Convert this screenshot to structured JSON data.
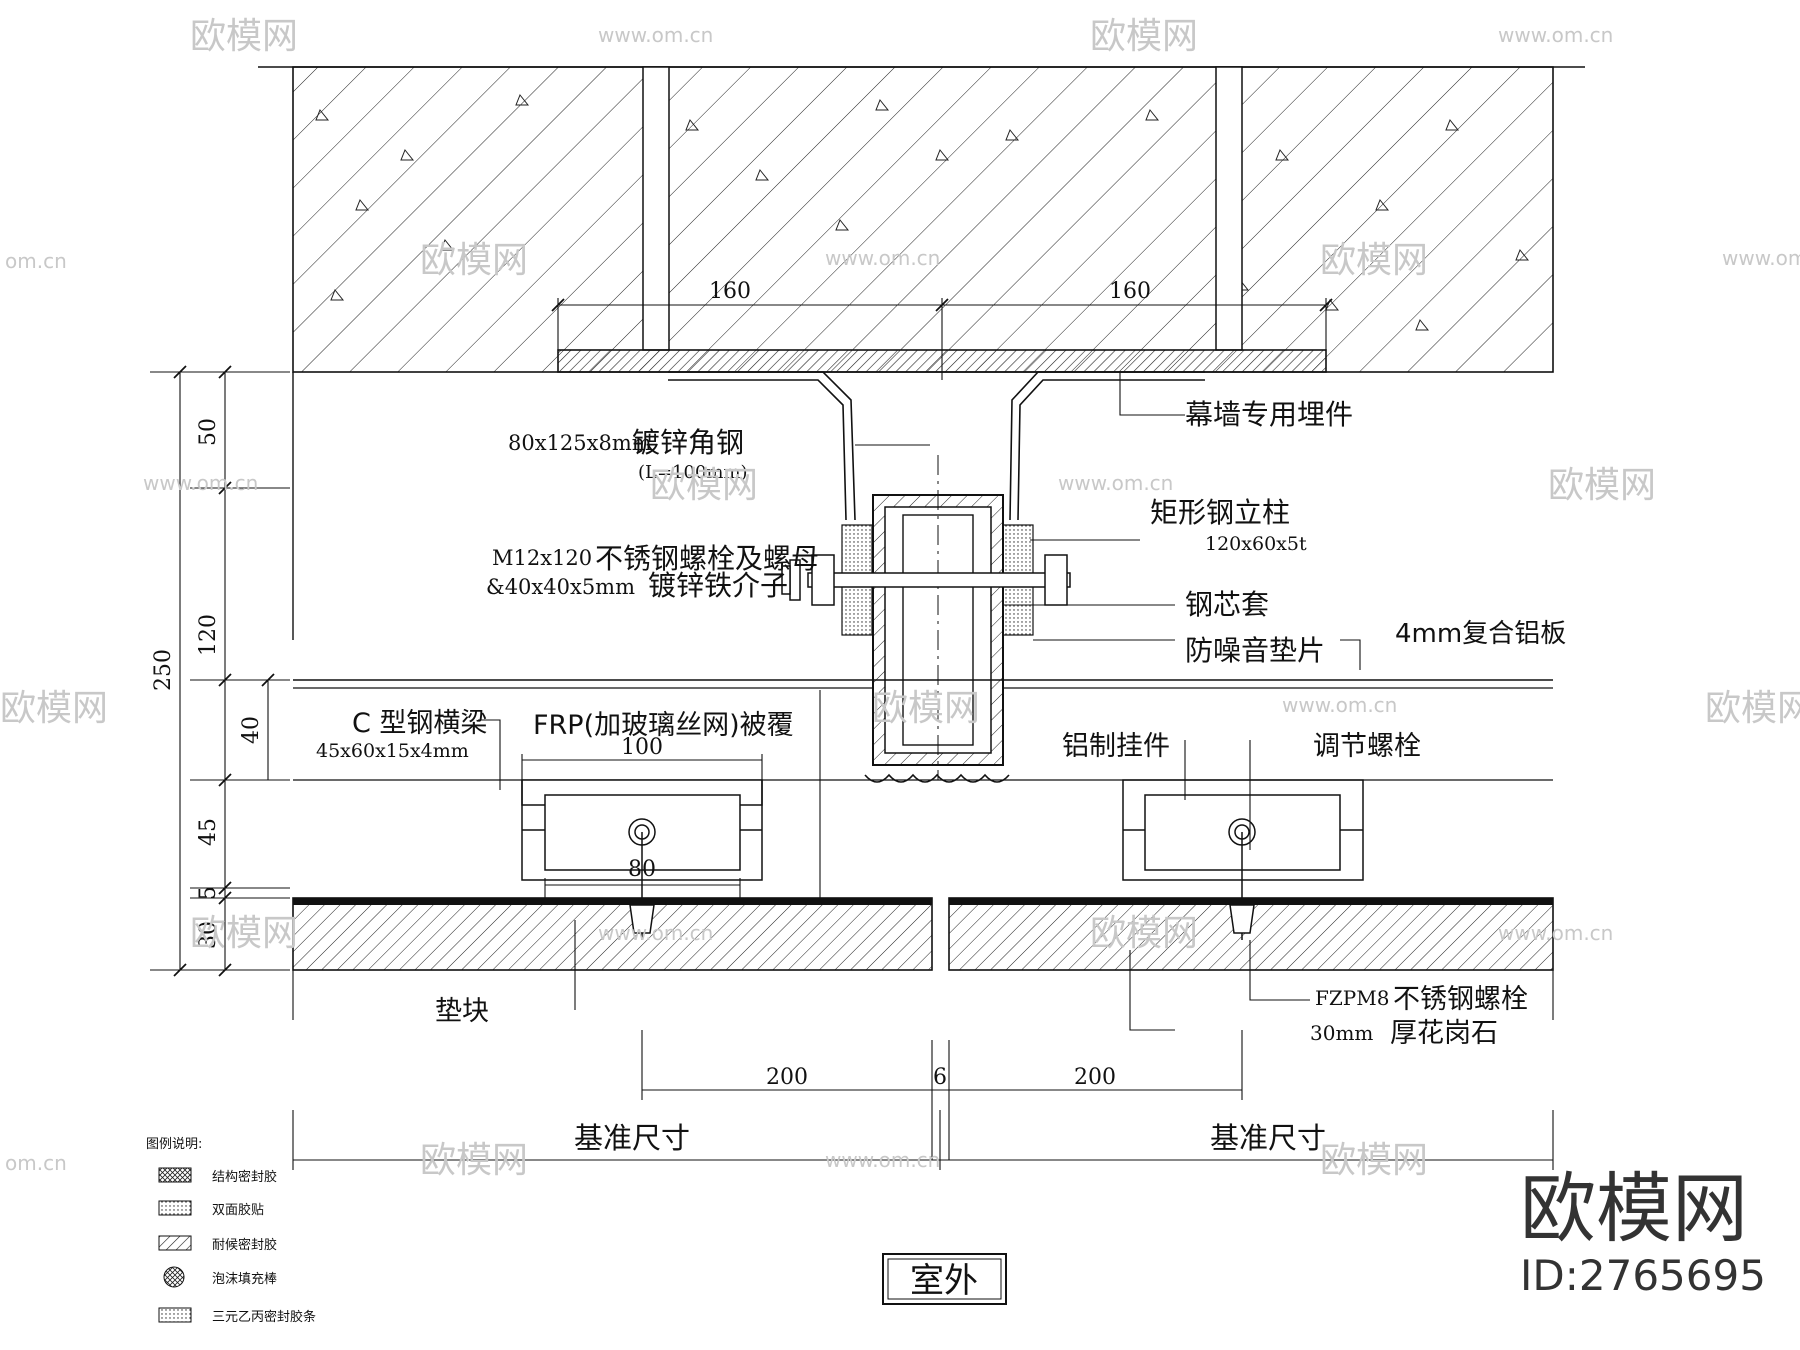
{
  "dims": {
    "top_left": "160",
    "top_right": "160",
    "v_50": "50",
    "v_120": "120",
    "v_250": "250",
    "v_40": "40",
    "v_45": "45",
    "v_5": "5",
    "v_30": "30",
    "w_100": "100",
    "w_80": "80",
    "b_left": "200",
    "b_gap": "6",
    "b_right": "200"
  },
  "labels": {
    "embed": "幕墙专用埋件",
    "angle_spec": "80x125x8mm",
    "angle_name": "镀锌角钢",
    "angle_len": "(L=100mm)",
    "column_name": "矩形钢立柱",
    "column_spec": "120x60x5t",
    "bolt_spec": "M12x120",
    "bolt_name": "不锈钢螺栓及螺母",
    "shim_spec": "&40x40x5mm",
    "shim_name": "镀锌铁介子",
    "sleeve": "钢芯套",
    "pad": "防噪音垫片",
    "alu_panel": "4mm复合铝板",
    "beam_name": "C 型钢横梁",
    "beam_spec": "45x60x15x4mm",
    "frp": "FRP(加玻璃丝网)被覆",
    "hanger": "铝制挂件",
    "adjust_bolt": "调节螺栓",
    "block": "垫块",
    "fzpm_spec": "FZPM8",
    "fzpm_name": "不锈钢螺栓",
    "granite_spec": "30mm",
    "granite_name": "厚花岗石",
    "base_left": "基准尺寸",
    "base_right": "基准尺寸",
    "outside": "室外"
  },
  "legend": {
    "title": "图例说明:",
    "items": [
      "结构密封胶",
      "双面胶贴",
      "耐候密封胶",
      "泡沫填充棒",
      "三元乙丙密封胶条"
    ]
  },
  "watermark": {
    "brand": "欧模网",
    "url": "www.om.cn",
    "url_short": "om.cn",
    "id": "ID:2765695"
  }
}
